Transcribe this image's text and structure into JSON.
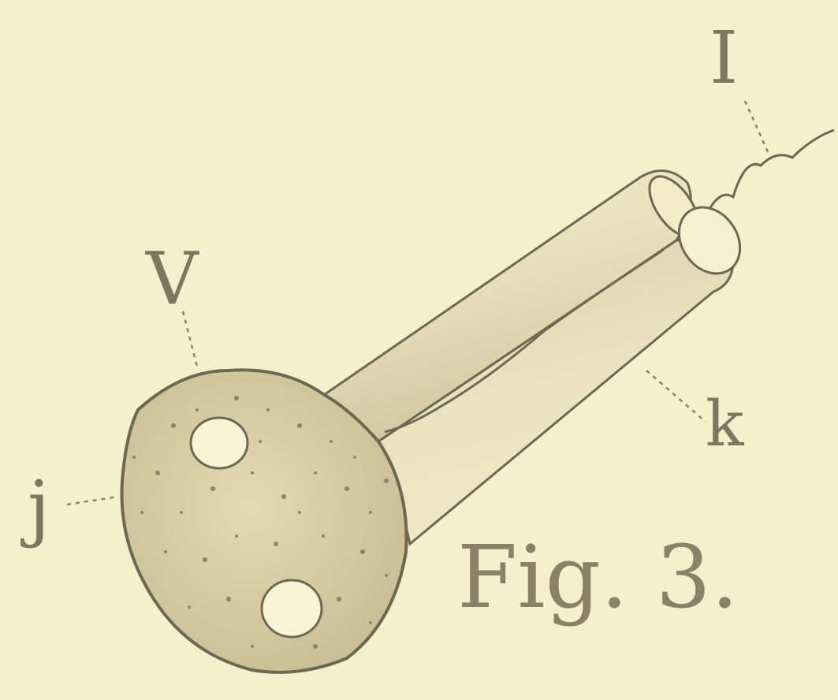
{
  "figure": {
    "caption": "Fig. 3.",
    "labels": {
      "top_right": "I",
      "upper_left": "V",
      "right": "k",
      "left": "j"
    }
  },
  "colors": {
    "paper": "#f6efcc",
    "ink": "#6e6751",
    "shade": "#d8d0ae",
    "stipple": "#8c8468"
  }
}
